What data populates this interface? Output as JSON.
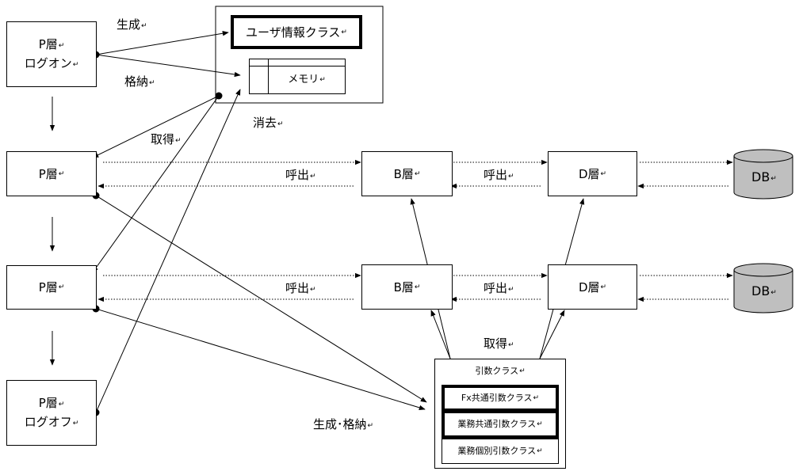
{
  "labels": {
    "generate": "生成",
    "store": "格納",
    "delete": "消去",
    "get1": "取得",
    "call1": "呼出",
    "call2": "呼出",
    "call3": "呼出",
    "call4": "呼出",
    "get2": "取得",
    "generate_store": "生成･格納"
  },
  "return_mark": "↵",
  "p_layer_logon": {
    "line1": "P層",
    "line2": "ログオン"
  },
  "p_layer_1": "P層",
  "p_layer_2": "P層",
  "p_layer_logoff": {
    "line1": "P層",
    "line2": "ログオフ"
  },
  "user_info_class": "ユーザ情報クラス",
  "memory": "メモリ",
  "b_layer_1": "B層",
  "b_layer_2": "B層",
  "d_layer_1": "D層",
  "d_layer_2": "D層",
  "db_1": "DB",
  "db_2": "DB",
  "arg_class": {
    "title": "引数クラス",
    "fx_common": "Fx共通引数クラス",
    "biz_common": "業務共通引数クラス",
    "biz_individual": "業務個別引数クラス"
  }
}
